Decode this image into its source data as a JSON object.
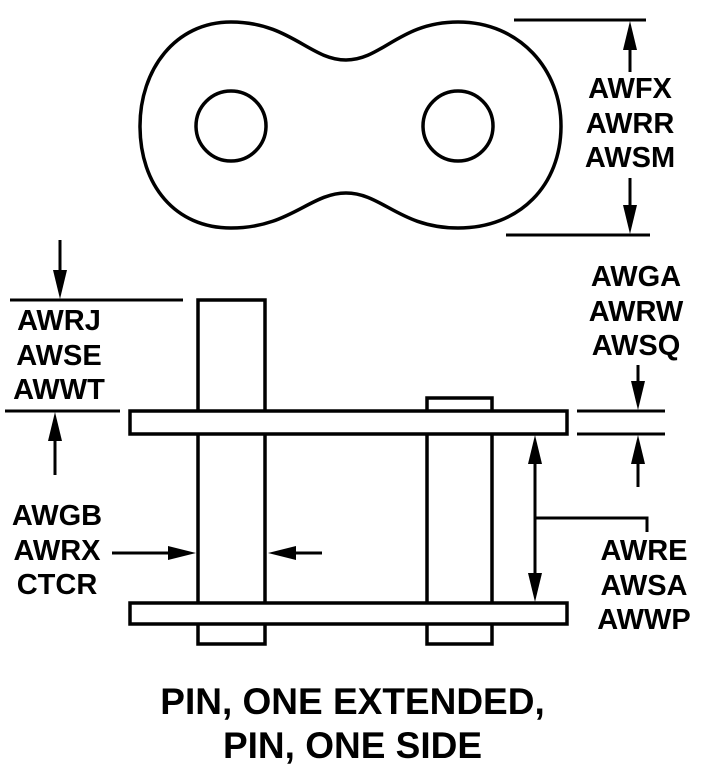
{
  "diagram": {
    "title_lines": [
      "PIN, ONE EXTENDED,",
      "PIN, ONE SIDE"
    ],
    "colors": {
      "line": "#000000",
      "background": "#ffffff"
    },
    "labels": {
      "plate_height": [
        "AWFX",
        "AWRR",
        "AWSM"
      ],
      "pin_extension": [
        "AWRJ",
        "AWSE",
        "AWWT"
      ],
      "pin_diameter": [
        "AWGB",
        "AWRX",
        "CTCR"
      ],
      "plate_thickness": [
        "AWGA",
        "AWRW",
        "AWSQ"
      ],
      "inside_width": [
        "AWRE",
        "AWSA",
        "AWWP"
      ]
    }
  }
}
